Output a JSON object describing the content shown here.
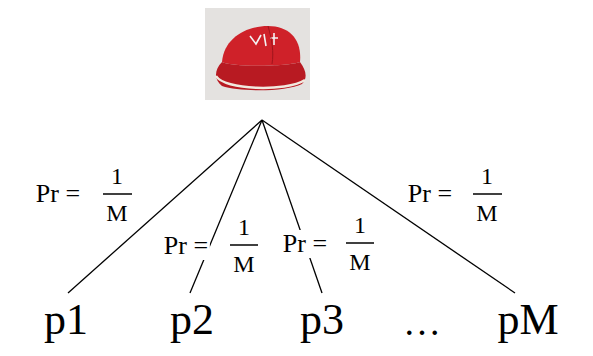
{
  "diagram": {
    "labels": [
      "Pr =",
      "1",
      "M",
      "Pr =",
      "1",
      "M",
      "Pr =",
      "1",
      "M",
      "Pr =",
      "1",
      "M",
      "p1",
      "p2",
      "p3",
      "…",
      "pM"
    ]
  }
}
